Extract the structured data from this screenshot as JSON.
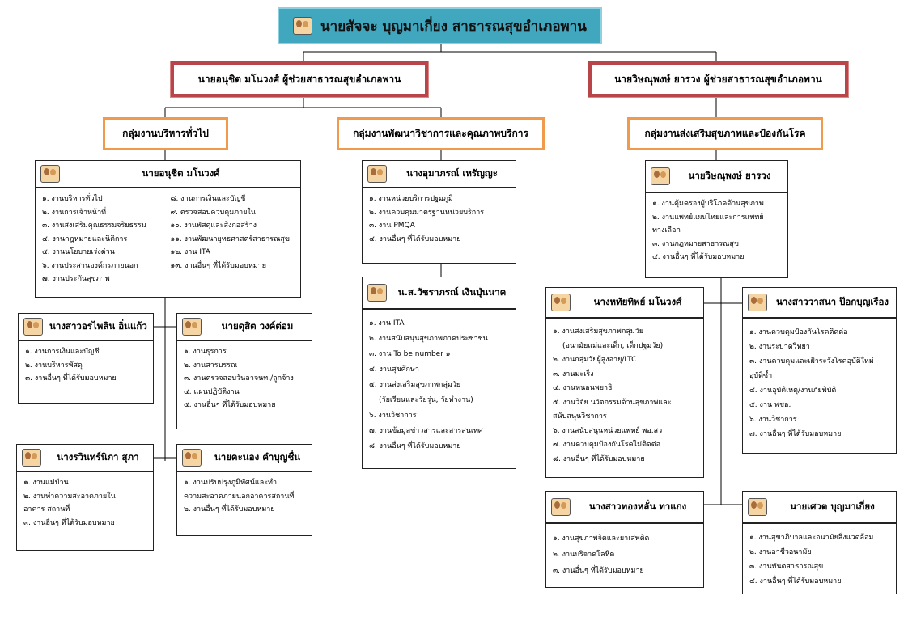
{
  "root": {
    "title": "นายสัจจะ บุญมาเกี่ยง สาธารณสุขอำเภอพาน"
  },
  "assistants": {
    "left": "นายอนุชิต มโนวงศ์ ผู้ช่วยสาธารณสุขอำเภอพาน",
    "right": "นายวิษณุพงษ์ ยารวง ผู้ช่วยสาธารณสุขอำเภอพาน"
  },
  "groups": {
    "g1": "กลุ่มงานบริหารทั่วไป",
    "g2": "กลุ่มงานพัฒนาวิชาการและคุณภาพบริการ",
    "g3": "กลุ่มงานส่งเสริมสุขภาพและป้องกันโรค"
  },
  "people": {
    "anuchit": {
      "name": "นายอนุชิต มโนวงศ์",
      "col1": [
        "๑. งานบริหารทั่วไป",
        "๒. งานการเจ้าหน้าที่",
        "๓. งานส่งเสริมคุณธรรมจริยธรรม",
        "๔. งานกฎหมายและนิติการ",
        "๕. งานนโยบายเร่งด่วน",
        "๖. งานประสานองค์กรภายนอก",
        "๗. งานประกันสุขภาพ"
      ],
      "col2": [
        "๘. งานการเงินและบัญชี",
        "๙. ตรวจสอบควบคุมภายใน",
        "๑๐. งานพัสดุและสิ่งก่อสร้าง",
        "๑๑. งานพัฒนายุทธศาสตร์สาธารณสุข",
        "๑๒. งาน ITA",
        "๑๓. งานอื่นๆ ที่ได้รับมอบหมาย"
      ]
    },
    "phailin": {
      "name": "นางสาวอรไพลิน อิ่นแก้ว",
      "items": [
        "๑. งานการเงินและบัญชี",
        "๒. งานบริหารพัสดุ",
        "๓. งานอื่นๆ ที่ได้รับมอบหมาย"
      ]
    },
    "dusit": {
      "name": "นายดุสิต วงค์ต่อม",
      "items": [
        "๑. งานธุรการ",
        "๒. งานสารบรรณ",
        "๓. งานตรวจสอบวันลาจนท./ลูกจ้าง",
        "๔. แผนปฏิบัติงาน",
        "๕. งานอื่นๆ ที่ได้รับมอบหมาย"
      ]
    },
    "warin": {
      "name": "นางรวินทร์นิภา สุภา",
      "items": [
        "๑. งานแม่บ้าน",
        "๒. งานทำความสะอาดภายใน",
        "อาคาร สถานที่",
        "๓. งานอื่นๆ ที่ได้รับมอบหมาย"
      ]
    },
    "khanong": {
      "name": "นายคะนอง คำบุญชื่น",
      "items": [
        "๑. งานปรับปรุงภูมิทัศน์และทำ",
        "ความสะอาดภายนอกอาคารสถานที่",
        "๒. งานอื่นๆ ที่ได้รับมอบหมาย"
      ]
    },
    "umaporn": {
      "name": "นางอุมาภรณ์ เหรัญญะ",
      "items": [
        "๑. งานหน่วยบริการปฐมภูมิ",
        "๒. งานควบคุมมาตรฐานหน่วยบริการ",
        "๓. งาน PMQA",
        "๔. งานอื่นๆ ที่ได้รับมอบหมาย"
      ]
    },
    "watchara": {
      "name": "น.ส.วัชราภรณ์ เงินปุ่นนาค",
      "items": [
        "๑. งาน ITA",
        "๒. งานสนับสนุนสุขภาพภาคประชาชน",
        "๓. งาน To be number ๑",
        "๔. งานสุขศึกษา",
        "๕. งานส่งเสริมสุขภาพกลุ่มวัย",
        "(วัยเรียนและวัยรุ่น, วัยทำงาน)",
        "๖. งานวิชาการ",
        "๗. งานข้อมูลข่าวสารและสารสนเทศ",
        "๘. งานอื่นๆ ที่ได้รับมอบหมาย"
      ]
    },
    "wisanu": {
      "name": "นายวิษณุพงษ์ ยารวง",
      "items": [
        "๑. งานคุ้มครองผู้บริโภคด้านสุขภาพ",
        "๒. งานแพทย์แผนไทยและการแพทย์",
        "ทางเลือก",
        "๓. งานกฎหมายสาธารณสุข",
        "๔. งานอื่นๆ ที่ได้รับมอบหมาย"
      ]
    },
    "haithip": {
      "name": "นางหทัยทิพย์ มโนวงศ์",
      "items": [
        "๑. งานส่งเสริมสุขภาพกลุ่มวัย",
        "(อนามัยแม่และเด็ก, เด็กปฐมวัย)",
        "๒. งานกลุ่มวัยผู้สูงอายุ/LTC",
        "๓. งานมะเร็ง",
        "๔. งานหนอนพยาธิ",
        "๕. งานวิจัย นวัตกรรมด้านสุขภาพและ",
        "สนับสนุนวิชาการ",
        "๖. งานสนับสนุนหน่วยแพทย์ พอ.สว",
        "๗. งานควบคุมป้องกันโรคไม่ติดต่อ",
        "๘. งานอื่นๆ ที่ได้รับมอบหมาย"
      ]
    },
    "wasana": {
      "name": "นางสาววาสนา ป๊อกบุญเรือง",
      "items": [
        "๑. งานควบคุมป้องกันโรคติดต่อ",
        "๒. งานระบาดวิทยา",
        "๓. งานควบคุมและเฝ้าระวังโรคอุบัติใหม่",
        "อุบัติซ้ำ",
        "๔. งานอุบัติเหตุ/งานภัยพิบัติ",
        "๕. งาน พชอ.",
        "๖. งานวิชาการ",
        "๗. งานอื่นๆ ที่ได้รับมอบหมาย"
      ]
    },
    "tonglan": {
      "name": "นางสาวทองหลั่น ทาแกง",
      "items": [
        "๑. งานสุขภาพจิตและยาเสพติด",
        "๒. งานบริจาคโลหิต",
        "๓. งานอื่นๆ ที่ได้รับมอบหมาย"
      ]
    },
    "sawat": {
      "name": "นายเศวต บุญมาเกี่ยง",
      "items": [
        "๑. งานสุขาภิบาลและอนามัยสิ่งแวดล้อม",
        "๒. งานอาชีวอนามัย",
        "๓. งานทันตสาธารณสุข",
        "๔. งานอื่นๆ ที่ได้รับมอบหมาย"
      ]
    }
  },
  "colors": {
    "root_fill": "#41a7bf",
    "assistant_border": "#b8454a",
    "group_border": "#ef9a4c"
  },
  "icons": {
    "avatar": "person-photo-icon"
  }
}
